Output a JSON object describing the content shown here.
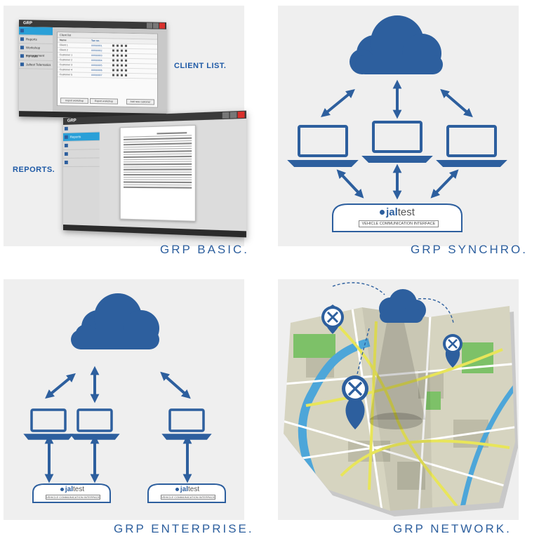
{
  "captions": {
    "basic": "GRP BASIC.",
    "synchro": "GRP SYNCHRO.",
    "enterprise": "GRP ENTERPRISE.",
    "network": "GRP NETWORK."
  },
  "basic_panel": {
    "client_list_label": "CLIENT LIST.",
    "reports_label": "REPORTS.",
    "app_name": "GRP",
    "sidebar": [
      "Reports",
      "Workshop management",
      "My tests",
      "Jaltest Telematics"
    ],
    "dialog_title": "Client list",
    "columns": [
      "Name",
      "Tax no."
    ],
    "rows": [
      {
        "name": "Client 1",
        "tax": "00000001"
      },
      {
        "name": "Client 2",
        "tax": "00000002"
      },
      {
        "name": "Customer 1",
        "tax": "00000003"
      },
      {
        "name": "Customer 2",
        "tax": "00000004"
      },
      {
        "name": "Customer 3",
        "tax": "00000005"
      },
      {
        "name": "Customer 4",
        "tax": "00000006"
      },
      {
        "name": "Customer 5",
        "tax": "00000007"
      }
    ],
    "buttons": [
      "Import workshop",
      "Export workshop",
      "Add new customer"
    ]
  },
  "logo": {
    "brand_strong": "jal",
    "brand_light": "test",
    "interface_label": "VEHICLE COMMUNICATION INTERFACE"
  },
  "colors": {
    "primary_blue": "#2d5f9e",
    "panel_bg": "#efefef",
    "map_green": "#7dc168",
    "map_water": "#4da6d9",
    "map_road_yellow": "#e8e55a"
  }
}
